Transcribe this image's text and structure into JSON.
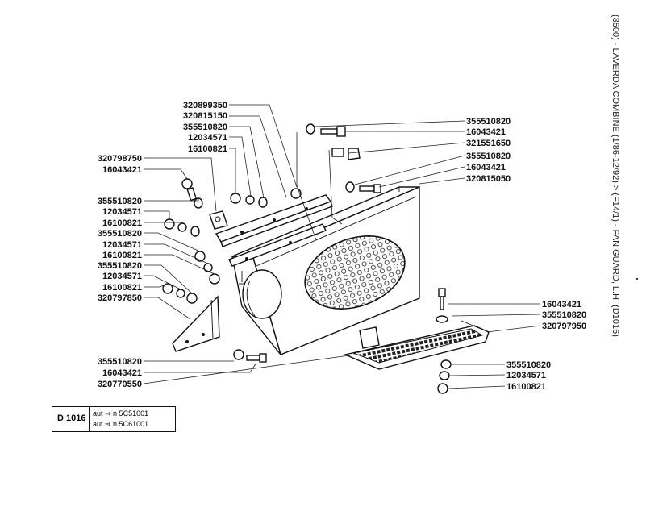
{
  "header": {
    "side_title": "(3500) - LAVERDA COMBINE (1/86-12/92) > (F14/1) - FAN GUARD, L.H. (D1016)"
  },
  "info_box": {
    "code": "D 1016",
    "lines": [
      "aut  ⇒ n  5C51001",
      "aut  ⇒ n  5C61001"
    ]
  },
  "part_labels": {
    "p_320899350": "320899350",
    "p_320815150": "320815150",
    "p_355510820_a": "355510820",
    "p_12034571_a": "12034571",
    "p_16100821_a": "16100821",
    "p_320798750": "320798750",
    "p_16043421_a": "16043421",
    "p_355510820_b": "355510820",
    "p_12034571_b": "12034571",
    "p_16100821_b": "16100821",
    "p_355510820_c": "355510820",
    "p_12034571_c": "12034571",
    "p_16100821_c": "16100821",
    "p_355510820_d": "355510820",
    "p_12034571_d": "12034571",
    "p_16100821_d": "16100821",
    "p_320797850": "320797850",
    "p_355510820_e": "355510820",
    "p_16043421_e": "16043421",
    "p_320770550": "320770550",
    "p_355510820_r1": "355510820",
    "p_16043421_r1": "16043421",
    "p_321551650": "321551650",
    "p_355510820_r2": "355510820",
    "p_16043421_r2": "16043421",
    "p_320815050": "320815050",
    "p_16043421_r3": "16043421",
    "p_355510820_r3": "355510820",
    "p_320797950": "320797950",
    "p_355510820_r4": "355510820",
    "p_12034571_r4": "12034571",
    "p_16100821_r4": "16100821"
  }
}
